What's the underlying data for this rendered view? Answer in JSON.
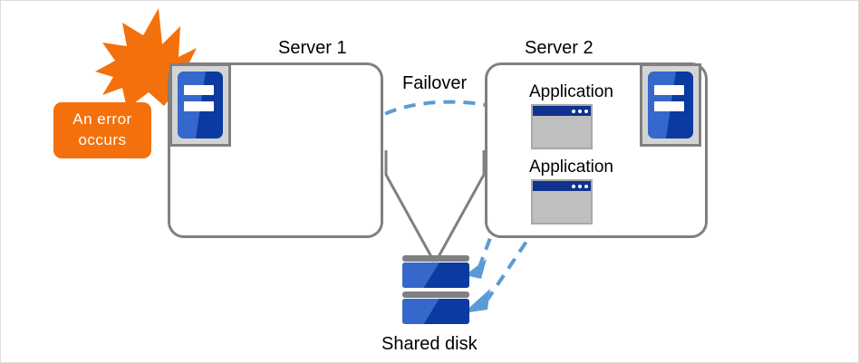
{
  "diagram": {
    "title_server1": "Server 1",
    "title_server2": "Server 2",
    "failover_label": "Failover",
    "shared_disk_label": "Shared disk",
    "error_line1": "An error",
    "error_line2": "occurs",
    "applications": [
      {
        "label": "Application"
      },
      {
        "label": "Application"
      }
    ],
    "colors": {
      "error_orange": "#f4700c",
      "burst_orange": "#f4700c",
      "server_border_gray": "#808080",
      "server_icon_bg": "#d4d4d4",
      "blue_dark": "#0b3aa0",
      "blue_light": "#3668cb",
      "app_titlebar": "#11328f",
      "app_body": "#bfbfbf",
      "arrow_blue": "#5b9bd5",
      "text_black": "#000000",
      "canvas_border": "#dcdcdc"
    },
    "icons": {
      "server": "server-machine-icon",
      "application": "application-window-icon",
      "disk": "shared-disk-icon",
      "burst": "error-burst-icon"
    }
  }
}
